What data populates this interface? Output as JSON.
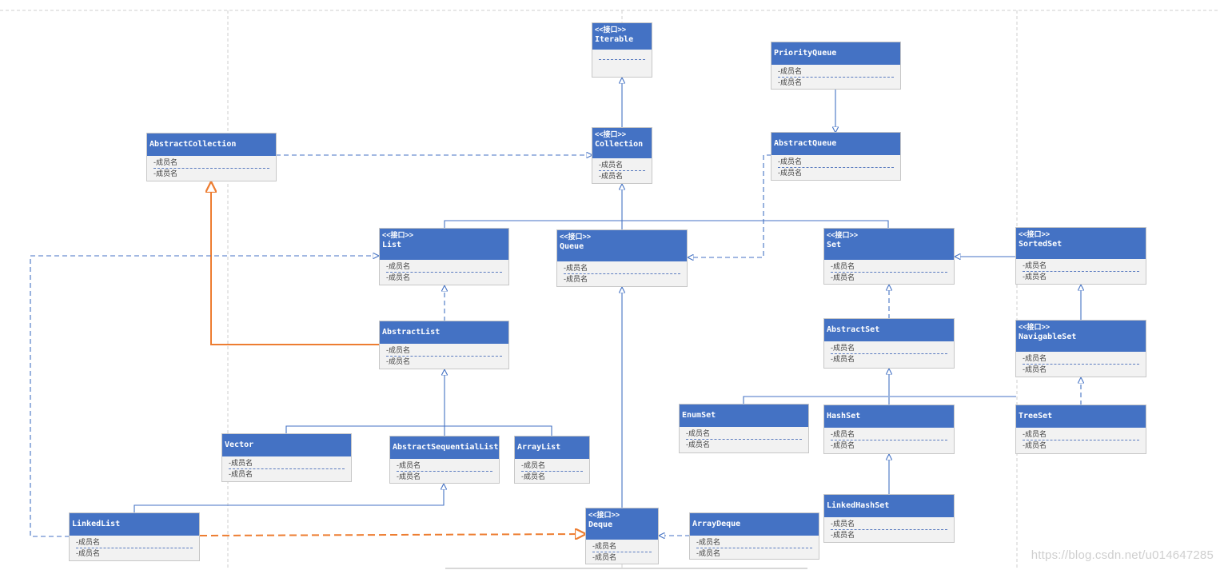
{
  "stereotype": "<<接口>>",
  "member": "-成员名",
  "watermark": "https://blog.csdn.net/u014647285",
  "colors": {
    "header": "#4472c4",
    "body": "#f2f2f2",
    "line": "#4472c4",
    "highlight": "#ed7d31"
  },
  "classes": {
    "iterable": {
      "name": "Iterable",
      "interface": true,
      "members": 0
    },
    "collection": {
      "name": "Collection",
      "interface": true,
      "members": 2
    },
    "priority_queue": {
      "name": "PriorityQueue",
      "interface": false,
      "members": 2
    },
    "abstract_queue": {
      "name": "AbstractQueue",
      "interface": false,
      "members": 2
    },
    "abstract_collection": {
      "name": "AbstractCollection",
      "interface": false,
      "members": 2
    },
    "list": {
      "name": "List",
      "interface": true,
      "members": 2
    },
    "queue": {
      "name": "Queue",
      "interface": true,
      "members": 2
    },
    "set": {
      "name": "Set",
      "interface": true,
      "members": 2
    },
    "sorted_set": {
      "name": "SortedSet",
      "interface": true,
      "members": 2
    },
    "abstract_list": {
      "name": "AbstractList",
      "interface": false,
      "members": 2
    },
    "abstract_set": {
      "name": "AbstractSet",
      "interface": false,
      "members": 2
    },
    "navigable_set": {
      "name": "NavigableSet",
      "interface": true,
      "members": 2
    },
    "enum_set": {
      "name": "EnumSet",
      "interface": false,
      "members": 2
    },
    "hash_set": {
      "name": "HashSet",
      "interface": false,
      "members": 2
    },
    "tree_set": {
      "name": "TreeSet",
      "interface": false,
      "members": 2
    },
    "vector": {
      "name": "Vector",
      "interface": false,
      "members": 2
    },
    "abstract_sequential_list": {
      "name": "AbstractSequentialList",
      "interface": false,
      "members": 2
    },
    "array_list": {
      "name": "ArrayList",
      "interface": false,
      "members": 2
    },
    "linked_hash_set": {
      "name": "LinkedHashSet",
      "interface": false,
      "members": 2
    },
    "linked_list": {
      "name": "LinkedList",
      "interface": false,
      "members": 2
    },
    "deque": {
      "name": "Deque",
      "interface": true,
      "members": 2
    },
    "array_deque": {
      "name": "ArrayDeque",
      "interface": false,
      "members": 2
    }
  },
  "relations": [
    {
      "from": "collection",
      "to": "iterable",
      "type": "extends"
    },
    {
      "from": "priority_queue",
      "to": "abstract_queue",
      "type": "extends"
    },
    {
      "from": "abstract_collection",
      "to": "collection",
      "type": "implements"
    },
    {
      "from": "abstract_queue",
      "to": "queue",
      "type": "implements"
    },
    {
      "from": "list",
      "to": "collection",
      "type": "extends"
    },
    {
      "from": "queue",
      "to": "collection",
      "type": "extends"
    },
    {
      "from": "set",
      "to": "collection",
      "type": "extends"
    },
    {
      "from": "abstract_list",
      "to": "list",
      "type": "implements"
    },
    {
      "from": "abstract_list",
      "to": "abstract_collection",
      "type": "extends",
      "highlight": true
    },
    {
      "from": "vector",
      "to": "abstract_list",
      "type": "extends"
    },
    {
      "from": "abstract_sequential_list",
      "to": "abstract_list",
      "type": "extends"
    },
    {
      "from": "array_list",
      "to": "abstract_list",
      "type": "extends"
    },
    {
      "from": "linked_list",
      "to": "abstract_sequential_list",
      "type": "extends"
    },
    {
      "from": "linked_list",
      "to": "list",
      "type": "implements"
    },
    {
      "from": "linked_list",
      "to": "deque",
      "type": "implements",
      "highlight": true
    },
    {
      "from": "deque",
      "to": "queue",
      "type": "extends"
    },
    {
      "from": "array_deque",
      "to": "deque",
      "type": "implements"
    },
    {
      "from": "sorted_set",
      "to": "set",
      "type": "extends"
    },
    {
      "from": "navigable_set",
      "to": "sorted_set",
      "type": "extends"
    },
    {
      "from": "tree_set",
      "to": "navigable_set",
      "type": "implements"
    },
    {
      "from": "abstract_set",
      "to": "set",
      "type": "implements"
    },
    {
      "from": "enum_set",
      "to": "abstract_set",
      "type": "extends"
    },
    {
      "from": "hash_set",
      "to": "abstract_set",
      "type": "extends"
    },
    {
      "from": "tree_set",
      "to": "abstract_set",
      "type": "extends"
    },
    {
      "from": "linked_hash_set",
      "to": "hash_set",
      "type": "extends"
    }
  ]
}
